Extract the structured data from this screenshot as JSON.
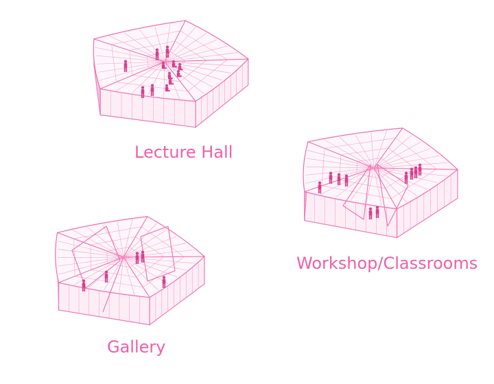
{
  "pavilions": [
    {
      "id": "lecture-hall",
      "label": "Lecture Hall"
    },
    {
      "id": "workshop",
      "label": "Workshop/Classrooms"
    },
    {
      "id": "gallery",
      "label": "Gallery"
    }
  ],
  "colors": {
    "line": "#ee6fb0",
    "label": "#ee5fa7",
    "figure": "#d6408c"
  }
}
